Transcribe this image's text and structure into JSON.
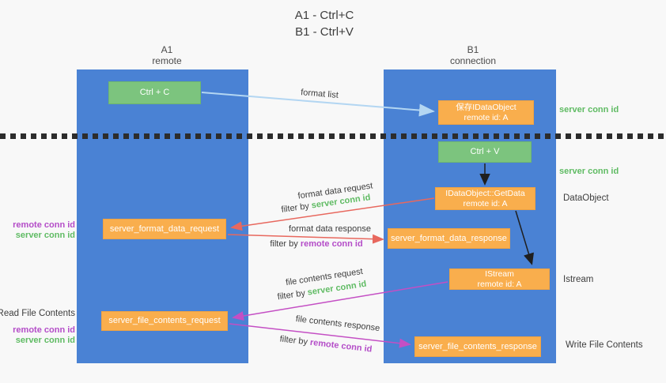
{
  "title": {
    "line1": "A1 - Ctrl+C",
    "line2": "B1 - Ctrl+V"
  },
  "lanes": {
    "a": {
      "name": "A1",
      "subtitle": "remote"
    },
    "b": {
      "name": "B1",
      "subtitle": "connection"
    }
  },
  "nodes": {
    "ctrl_c": {
      "label": "Ctrl + C"
    },
    "save_idataobject": {
      "line1": "保存IDataObject",
      "line2": "remote id: A"
    },
    "ctrl_v": {
      "label": "Ctrl + V"
    },
    "idataobject_getdata": {
      "line1": "IDataObject::GetData",
      "line2": "remote id: A"
    },
    "server_format_data_request": {
      "label": "server_format_data_request"
    },
    "server_format_data_response": {
      "label": "server_format_data_response"
    },
    "istream": {
      "line1": "IStream",
      "line2": "remote id: A"
    },
    "server_file_contents_request": {
      "label": "server_file_contents_request"
    },
    "server_file_contents_response": {
      "label": "server_file_contents_response"
    }
  },
  "flow_labels": {
    "format_list": "format list",
    "format_data_request": "format data request",
    "filter_request_1": {
      "prefix": "filter by",
      "conn": "server conn id"
    },
    "format_data_response": "format data response",
    "filter_response_1": {
      "prefix": "filter by",
      "conn": "remote conn id"
    },
    "file_contents_request": "file contents request",
    "filter_request_2": {
      "prefix": "filter by",
      "conn": "server conn id"
    },
    "file_contents_response": "file contents response",
    "filter_response_2": {
      "prefix": "filter by",
      "conn": "remote conn id"
    }
  },
  "side_labels": {
    "server_conn_id_top": "server conn id",
    "server_conn_id_mid": "server conn id",
    "dataobject": "DataObject",
    "istream": "Istream",
    "write_file_contents": "Write File Contents",
    "read_file_contents": "Read File Contents",
    "left_pair_1": {
      "remote": "remote conn id",
      "server": "server conn id"
    },
    "left_pair_2": {
      "remote": "remote conn id",
      "server": "server conn id"
    }
  },
  "colors": {
    "lane_blue": "#4a82d4",
    "node_orange": "#f9ae4d",
    "node_green": "#7cc47e",
    "conn_id_green": "#5fbb63",
    "conn_id_purple": "#b44dc8",
    "arrow_red": "#e8685e",
    "arrow_magenta": "#c44fc4",
    "arrow_lightblue": "#b3d6f2",
    "arrow_black": "#1f1f1f"
  }
}
